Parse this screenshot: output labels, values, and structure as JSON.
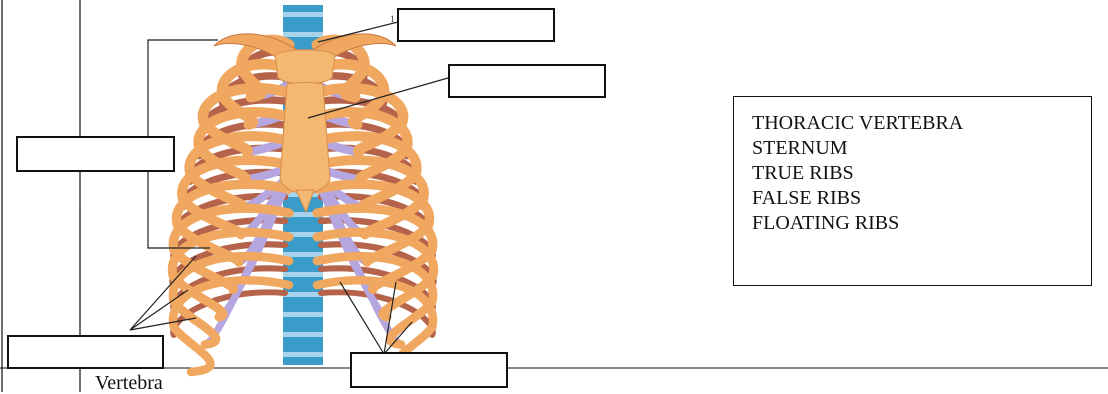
{
  "word_bank": {
    "items": [
      "THORACIC VERTEBRA",
      "STERNUM",
      "TRUE RIBS",
      "FALSE RIBS",
      "FLOATING RIBS"
    ]
  },
  "caption": "Vertebra",
  "top_marker": "1",
  "answer_boxes": 5,
  "colors": {
    "rib": "#f0a860",
    "rib_shadow": "#c97a45",
    "rib_dark": "#b5634a",
    "cartilage": "#b5a6e0",
    "spine": "#3a9cc8",
    "spine_light": "#a7d4ea",
    "sternum": "#f3b872",
    "line": "#111111"
  }
}
